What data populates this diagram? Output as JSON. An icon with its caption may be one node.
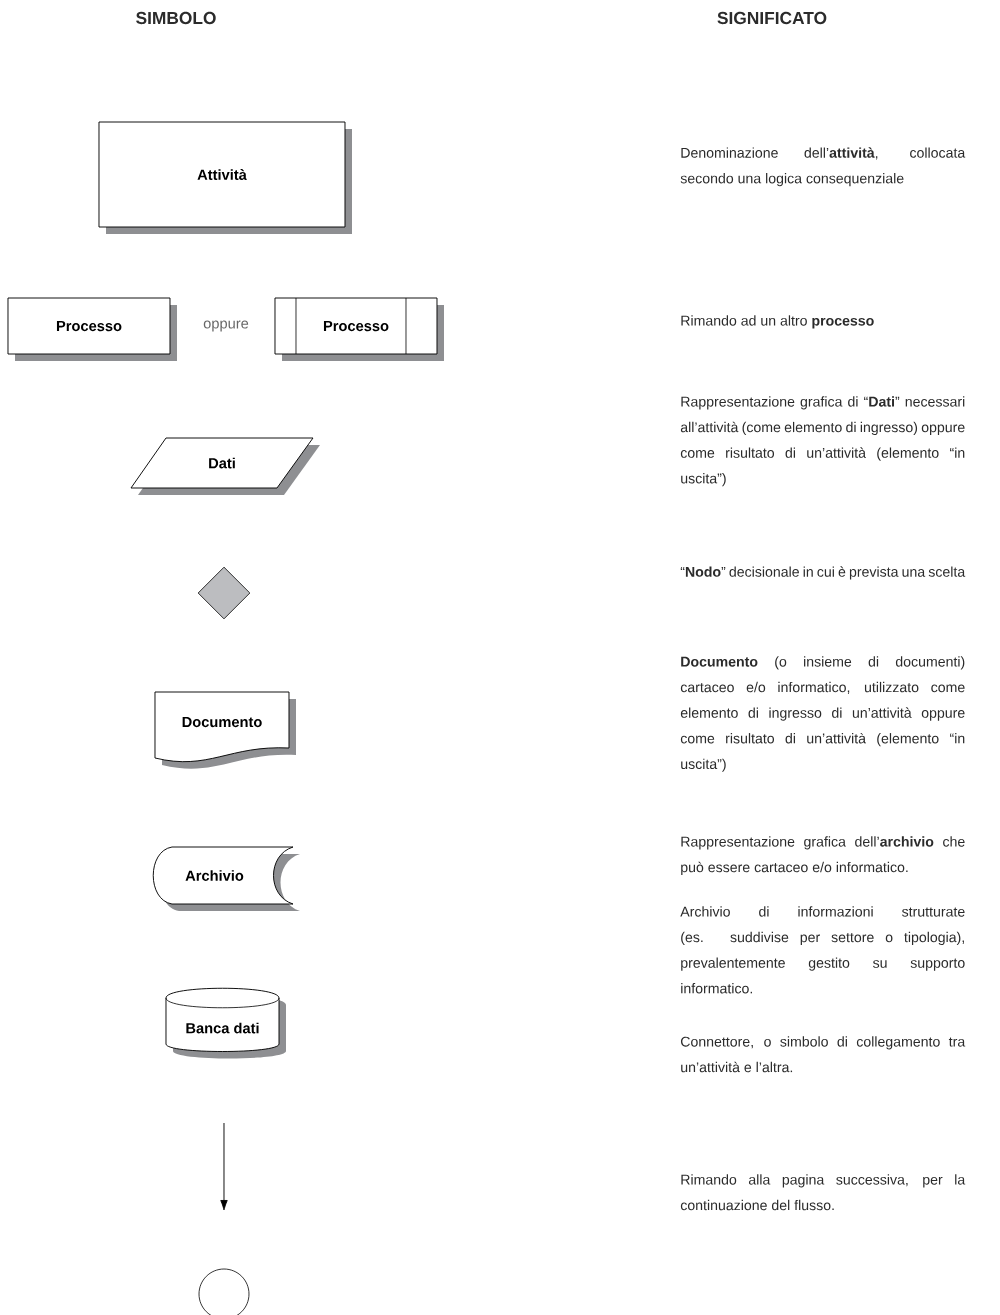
{
  "diagram": {
    "nodes": [
      {
        "text": [
          "Attività"
        ]
      },
      {
        "text": [
          "Processo"
        ]
      },
      {
        "text": [
          "Processo"
        ]
      },
      {
        "text": [
          "Dati"
        ]
      },
      {
        "text": [],
        "shape": "diamond"
      },
      {
        "text": [
          "Documento"
        ]
      },
      {
        "text": [
          "Archivio"
        ]
      },
      {
        "text": [
          "Banca dati"
        ]
      },
      {
        "text": [],
        "shape": "circle"
      }
    ],
    "labels": [
      "SIMBOLO",
      "SIGNIFICATO",
      "Denominazione dell’**attività**, collocata secondo una logica consequenziale",
      "oppure",
      "Rimando ad un altro **processo**",
      "Rappresentazione grafica di “**Dati**” necessari all’attività (come elemento di ingresso) oppure come risultato di un’attività (elemento “in uscita”)",
      "“**Nodo**” decisionale in cui è prevista una scelta",
      "**Documento** (o insieme di documenti) cartaceo e/o informatico, utilizzato come elemento di ingresso di un’attività oppure come risultato di un’attività (elemento “in uscita”)",
      "Rappresentazione grafica dell’**archivio** che può essere cartaceo e/o informatico.",
      "Archivio di informazioni strutturate (es. suddivise per settore o tipologia), prevalentemente gestito su supporto informatico.",
      "Connettore, o simbolo di collegamento tra un’attività e l’altra.",
      "Rimando alla pagina successiva, per la continuazione del flusso."
    ]
  }
}
